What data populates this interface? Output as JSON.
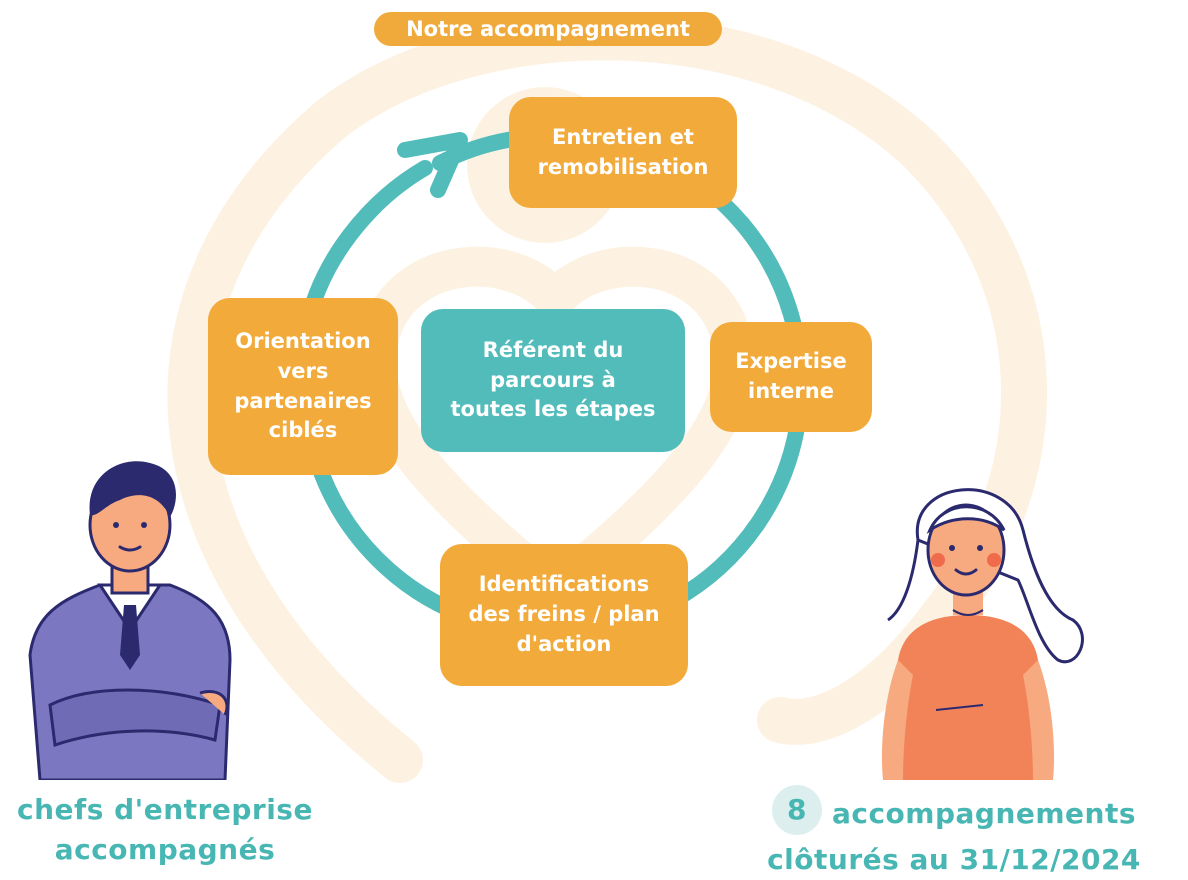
{
  "title": "Notre accompagnement",
  "cycle": {
    "steps": [
      {
        "label": "Entretien et\nremobilisation"
      },
      {
        "label": "Expertise\ninterne"
      },
      {
        "label": "Identifications\ndes freins / plan\nd'action"
      },
      {
        "label": "Orientation\nvers\npartenaires\nciblés"
      }
    ],
    "center": "Référent du\nparcours à\ntoutes les étapes"
  },
  "stats": {
    "left": {
      "line1": "chefs d'entreprise",
      "line2": "accompagnés"
    },
    "right": {
      "number": "8",
      "line1": "accompagnements",
      "line2": "clôturés au 31/12/2024"
    }
  },
  "colors": {
    "orange": "#f2aa3a",
    "teal": "#52bcbb",
    "light_peach": "#fdf2e2",
    "stat_text": "#48b7b4"
  }
}
